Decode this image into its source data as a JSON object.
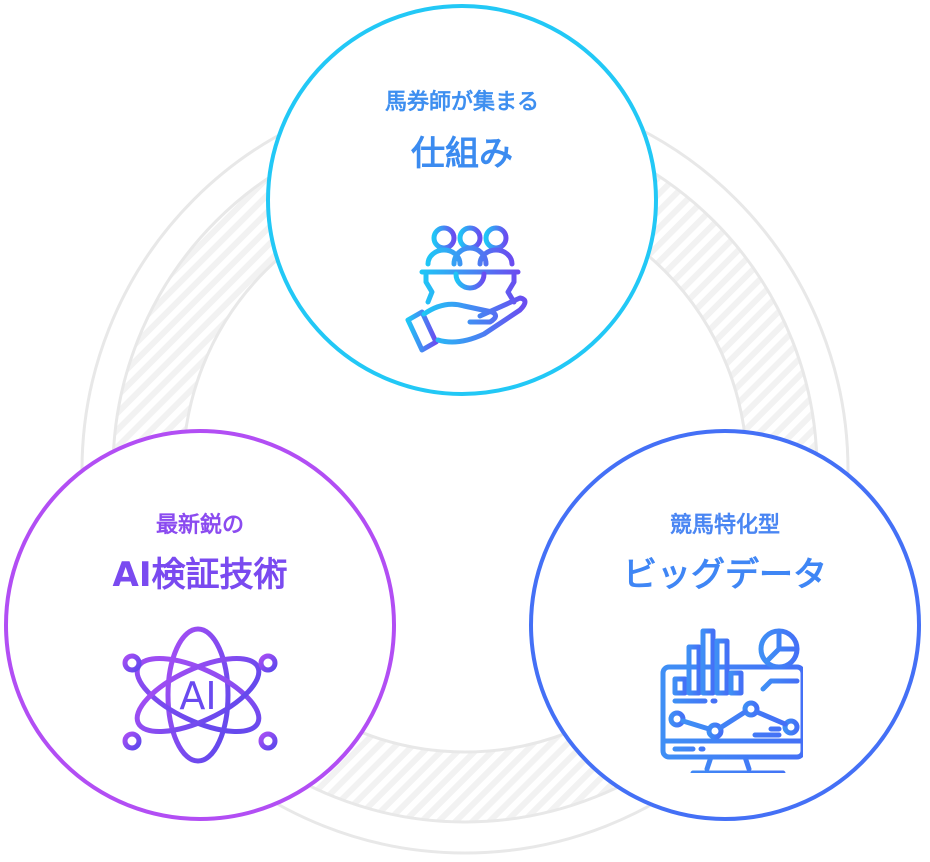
{
  "colors": {
    "top": "#22c8f6",
    "left": "#b24ef4",
    "right": "#4470f6",
    "ring": "#e8e8e8"
  },
  "nodes": [
    {
      "subtitle": "馬券師が集まる",
      "title": "仕組み",
      "icon": "people-gear-hand-icon"
    },
    {
      "subtitle": "最新鋭の",
      "title": "AI検証技術",
      "icon": "ai-atom-icon",
      "icon_text": "AI"
    },
    {
      "subtitle": "競馬特化型",
      "title": "ビッグデータ",
      "icon": "monitor-chart-icon"
    }
  ]
}
